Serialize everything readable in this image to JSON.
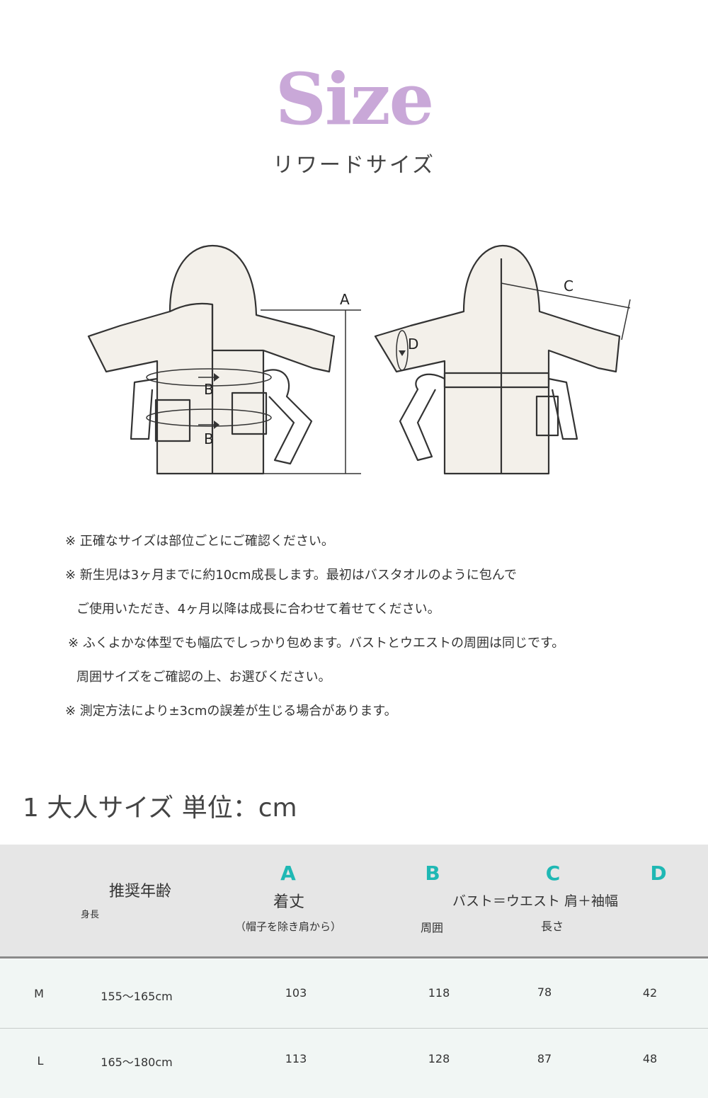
{
  "header": {
    "title": "Size",
    "subtitle": "リワードサイズ",
    "title_color": "#c9a8d8"
  },
  "diagram": {
    "labels": {
      "a": "A",
      "b": "B",
      "c": "C",
      "d": "D"
    }
  },
  "notes": [
    "※ 正確なサイズは部位ごとにご確認ください。",
    "※ 新生児は3ヶ月までに約10cm成長します。最初はバスタオルのように包んで",
    "ご使用いただき、4ヶ月以降は成長に合わせて着せてください。",
    "※ ふくよかな体型でも幅広でしっかり包めます。バストとウエストの周囲は同じです。",
    "周囲サイズをご確認の上、お選びください。",
    "※ 測定方法により±3cmの誤差が生じる場合があります。"
  ],
  "section_title": "1 大人サイズ 単位：cm",
  "table": {
    "accent_color": "#1fb8b4",
    "header": {
      "age": "推奨年齢",
      "height": "身長",
      "a_letter": "A",
      "a_label": "着丈",
      "a_sub": "（帽子を除き肩から）",
      "b_letter": "B",
      "c_letter": "C",
      "d_letter": "D",
      "bcd_label": "バスト＝ウエスト 肩＋袖幅",
      "b_sub": "周囲",
      "c_sub": "長さ"
    },
    "rows": [
      {
        "size": "M",
        "height": "155〜165cm",
        "a": "103",
        "b": "118",
        "c": "78",
        "d": "42"
      },
      {
        "size": "L",
        "height": "165〜180cm",
        "a": "113",
        "b": "128",
        "c": "87",
        "d": "48"
      }
    ]
  }
}
